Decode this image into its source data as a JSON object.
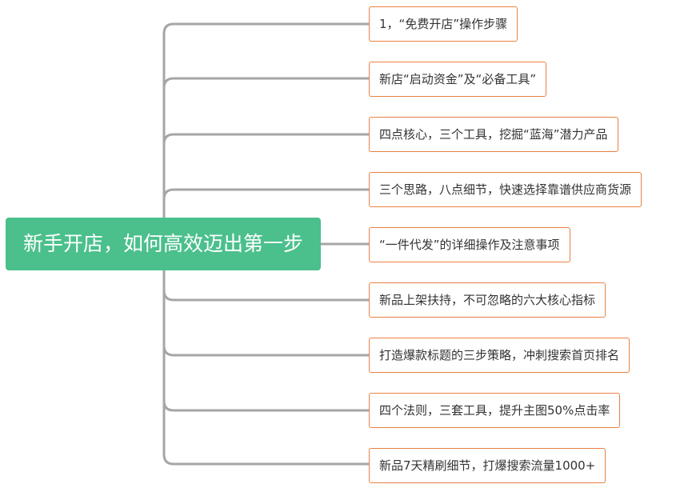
{
  "root": {
    "label": "新手开店，如何高效迈出第一步"
  },
  "branches": [
    {
      "label": "1，“免费开店”操作步骤"
    },
    {
      "label": "新店“启动资金”及“必备工具”"
    },
    {
      "label": "四点核心，三个工具，挖掘“蓝海”潜力产品"
    },
    {
      "label": "三个思路，八点细节，快速选择靠谱供应商货源"
    },
    {
      "label": "“一件代发”的详细操作及注意事项"
    },
    {
      "label": "新品上架扶持，不可忽略的六大核心指标"
    },
    {
      "label": "打造爆款标题的三步策略，冲刺搜索首页排名"
    },
    {
      "label": "四个法则，三套工具，提升主图50%点击率"
    },
    {
      "label": "新品7天精刷细节，打爆搜索流量1000+"
    }
  ],
  "colors": {
    "root_fill": "#4bc08c",
    "root_text": "#ffffff",
    "branch_border": "#e9803f",
    "branch_text": "#333333",
    "connector": "#a6a6a6"
  }
}
